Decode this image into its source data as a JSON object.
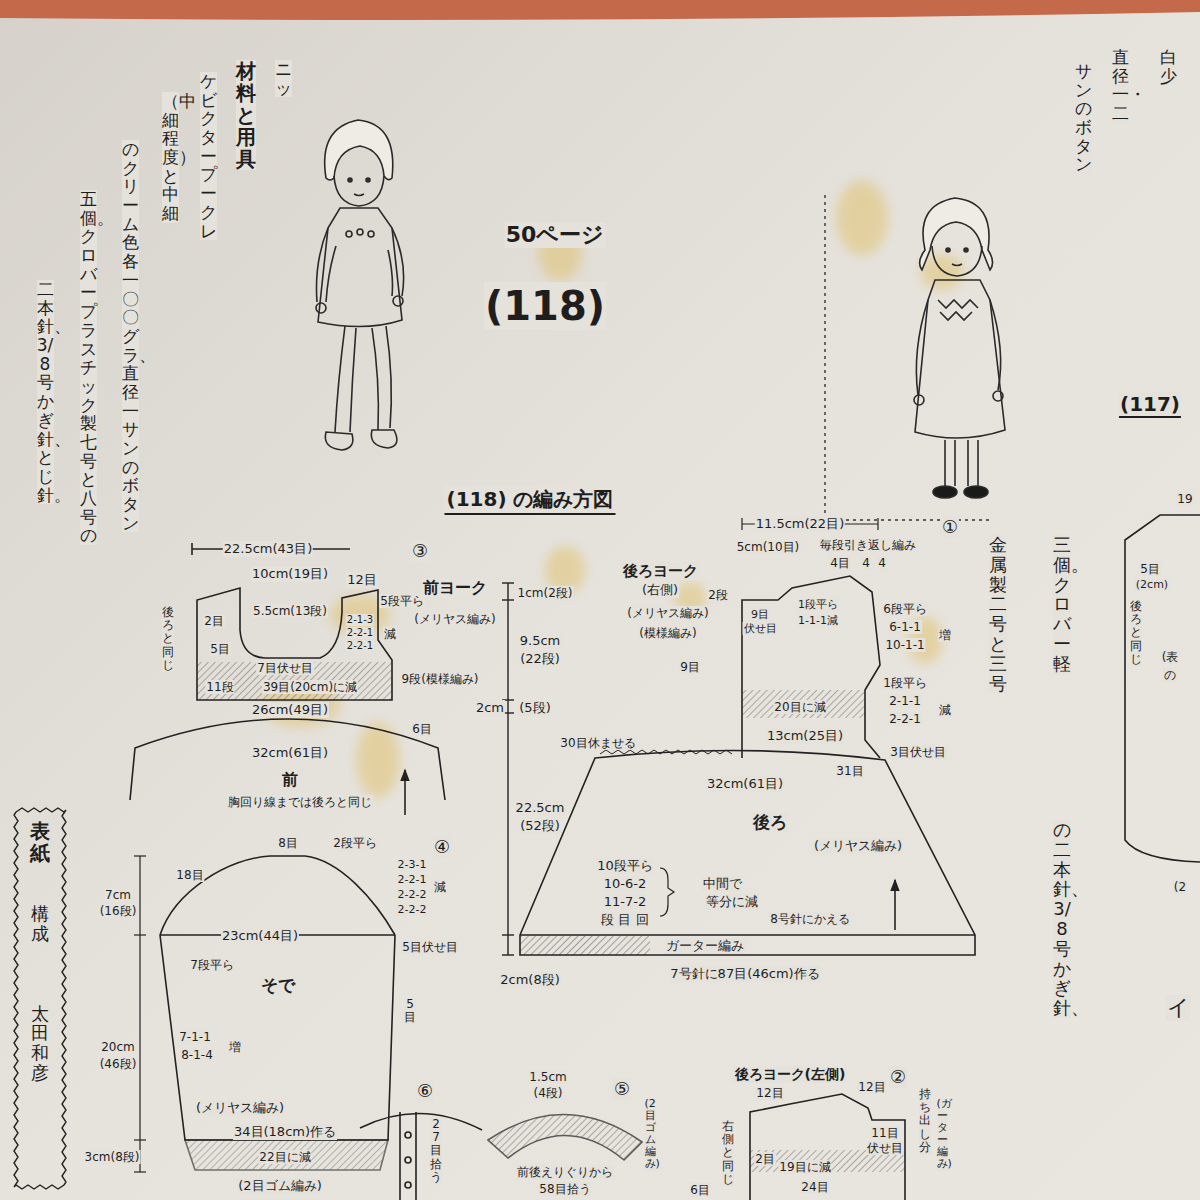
{
  "diagram": {
    "title": "(118) の編み方図",
    "nodes": [
      {
        "text": [
          "表紙",
          "構成",
          "太田和彦"
        ]
      }
    ],
    "labels": [
      "ニッ",
      "材料と用具",
      "ケビクタープークレ",
      "（中細程度）と中細",
      "のクリーム色各一〇〇グラ、直径一サンのボタン",
      "五個。クロバープラスチック製七号と八号の",
      "二本針、3/8号かぎ針、とじ針。",
      "50ページ",
      "(118)",
      "白少",
      "直径一・二",
      "サンのボタン",
      "(117)",
      "三個。クロバー軽",
      "金属製二号と三号",
      "の二本針、3/8号かぎ針、",
      "後ろと同じ",
      "5目",
      "(2cm)",
      "(表",
      "の",
      "(2",
      "イ",
      "19",
      "22.5cm(43目)",
      "③",
      "10cm(19目)",
      "12目",
      "前ヨーク",
      "5.5cm(13段)",
      "5段平ら",
      "2-1-3",
      "2-2-1",
      "2-2-1",
      "減",
      "(メリヤス編み)",
      "後ろと同じ",
      "2目",
      "5目",
      "7目伏せ目",
      "11段",
      "39目(20cm)に減",
      "9段(模様編み)",
      "26cm(49目)",
      "6目",
      "32cm(61目)",
      "前",
      "胸回り線までは後ろと同じ",
      "1cm(2段)",
      "9.5cm",
      "(22段)",
      "2cm",
      "(5段)",
      "22.5cm",
      "(52段)",
      "2cm(8段)",
      "11.5cm(22目)",
      "①",
      "5cm(10目)",
      "毎段引き返し編み",
      "4目",
      "4",
      "4",
      "後ろヨーク",
      "(右側)",
      "2段",
      "1段平ら",
      "6段平ら",
      "9目",
      "伏せ目",
      "1-1-1減",
      "6-1-1",
      "10-1-1",
      "増",
      "(メリヤス編み)",
      "(模様編み)",
      "9目",
      "1段平ら",
      "2-1-1",
      "2-2-1",
      "減",
      "20目に減",
      "13cm(25目)",
      "3目伏せ目",
      "30目休ませる",
      "31目",
      "32cm(61目)",
      "後ろ",
      "(メリヤス編み)",
      "10段平ら",
      "10-6-2",
      "11-7-2",
      "段 目 回",
      "中間で",
      "等分に減",
      "8号針にかえる",
      "ガーター編み",
      "7号針に87目(46cm)作る",
      "8目",
      "2段平ら",
      "2-3-1",
      "2-2-1",
      "2-2-2",
      "2-2-2",
      "減",
      "④",
      "18目",
      "7cm",
      "(16段)",
      "5目伏せ目",
      "23cm(44目)",
      "7段平ら",
      "そで",
      "20cm",
      "(46段)",
      "7-1-1",
      "8-1-4",
      "増",
      "5目",
      "(メリヤス編み)",
      "34目(18cm)作る",
      "22目に減",
      "(2目ゴム編み)",
      "3cm(8段)",
      "⑥",
      "27目拾う",
      "1.5cm",
      "(4段)",
      "⑤",
      "前後えりぐりから",
      "58目拾う",
      "(2目ゴム編み)",
      "後ろヨーク(左側)",
      "②",
      "12目",
      "12目",
      "持ち出し分",
      "(ガーター編み)",
      "右側と同じ",
      "11目",
      "伏せ目",
      "2目",
      "19目に減",
      "24目",
      "6目"
    ]
  }
}
